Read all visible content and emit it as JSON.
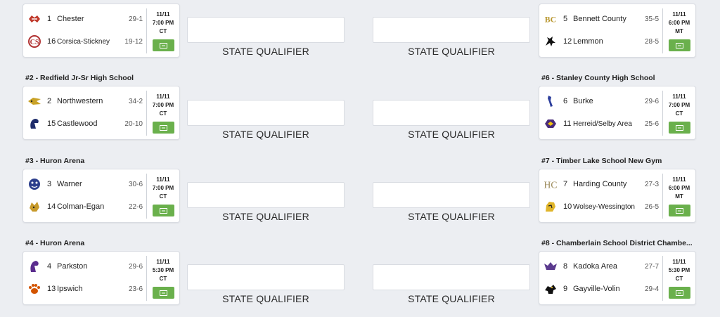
{
  "qualifier_label": "STATE QUALIFIER",
  "ticket_icon": "ticket-icon",
  "left": [
    {
      "site": "",
      "date": "11/11",
      "time": "7:00 PM",
      "tz": "CT",
      "top": {
        "seed": "1",
        "name": "Chester",
        "record": "29-1",
        "logo": "chester-logo"
      },
      "bot": {
        "seed": "16",
        "name": "Corsica-Stickney",
        "record": "19-12",
        "logo": "corsica-stickney-logo"
      }
    },
    {
      "site": "#2 - Redfield Jr-Sr High School",
      "date": "11/11",
      "time": "7:00 PM",
      "tz": "CT",
      "top": {
        "seed": "2",
        "name": "Northwestern",
        "record": "34-2",
        "logo": "northwestern-logo"
      },
      "bot": {
        "seed": "15",
        "name": "Castlewood",
        "record": "20-10",
        "logo": "castlewood-logo"
      }
    },
    {
      "site": "#3 - Huron Arena",
      "date": "11/11",
      "time": "7:00 PM",
      "tz": "CT",
      "top": {
        "seed": "3",
        "name": "Warner",
        "record": "30-6",
        "logo": "warner-logo"
      },
      "bot": {
        "seed": "14",
        "name": "Colman-Egan",
        "record": "22-6",
        "logo": "colman-egan-logo"
      }
    },
    {
      "site": "#4 - Huron Arena",
      "date": "11/11",
      "time": "5:30 PM",
      "tz": "CT",
      "top": {
        "seed": "4",
        "name": "Parkston",
        "record": "29-6",
        "logo": "parkston-logo"
      },
      "bot": {
        "seed": "13",
        "name": "Ipswich",
        "record": "23-6",
        "logo": "ipswich-logo"
      }
    }
  ],
  "right": [
    {
      "site": "",
      "date": "11/11",
      "time": "6:00 PM",
      "tz": "MT",
      "top": {
        "seed": "5",
        "name": "Bennett County",
        "record": "35-5",
        "logo": "bennett-county-logo"
      },
      "bot": {
        "seed": "12",
        "name": "Lemmon",
        "record": "28-5",
        "logo": "lemmon-logo"
      }
    },
    {
      "site": "#6 - Stanley County High School",
      "date": "11/11",
      "time": "7:00 PM",
      "tz": "CT",
      "top": {
        "seed": "6",
        "name": "Burke",
        "record": "29-6",
        "logo": "burke-logo"
      },
      "bot": {
        "seed": "11",
        "name": "Herreid/Selby Area",
        "record": "25-6",
        "logo": "herreid-selby-logo"
      }
    },
    {
      "site": "#7 - Timber Lake School New Gym",
      "date": "11/11",
      "time": "6:00 PM",
      "tz": "MT",
      "top": {
        "seed": "7",
        "name": "Harding County",
        "record": "27-3",
        "logo": "harding-county-logo"
      },
      "bot": {
        "seed": "10",
        "name": "Wolsey-Wessington",
        "record": "26-5",
        "logo": "wolsey-wessington-logo"
      }
    },
    {
      "site": "#8 - Chamberlain School District Chambe...",
      "date": "11/11",
      "time": "5:30 PM",
      "tz": "CT",
      "top": {
        "seed": "8",
        "name": "Kadoka Area",
        "record": "27-7",
        "logo": "kadoka-area-logo"
      },
      "bot": {
        "seed": "9",
        "name": "Gayville-Volin",
        "record": "29-4",
        "logo": "gayville-volin-logo"
      }
    }
  ]
}
